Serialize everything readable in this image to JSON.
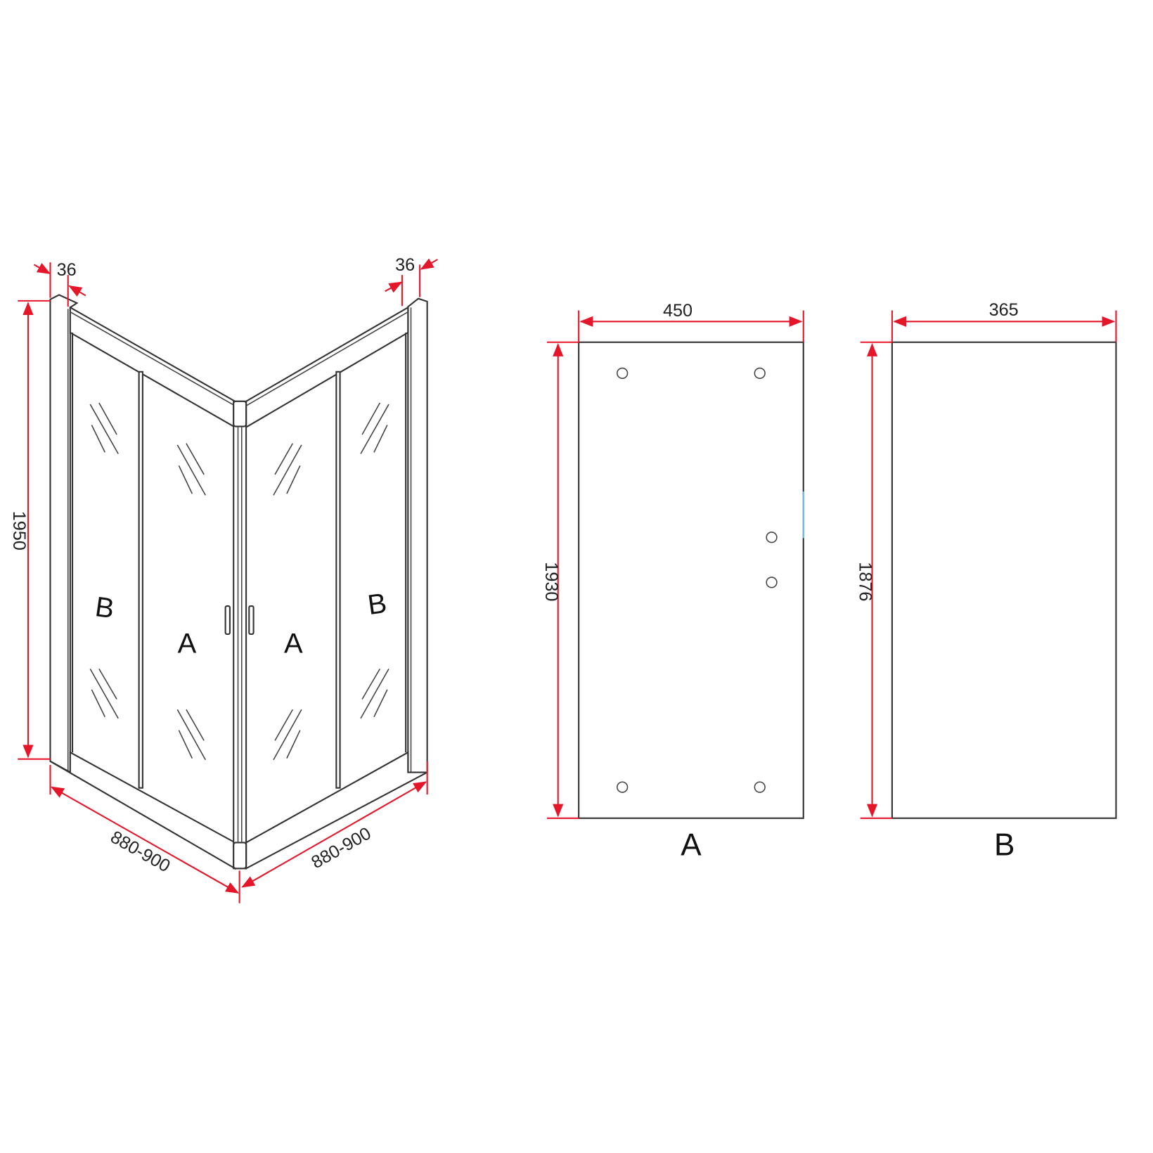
{
  "iso_view": {
    "depth_left": "36",
    "depth_right": "36",
    "height": "1950",
    "width_left": "880-900",
    "width_right": "880-900",
    "panel_labels": [
      "B",
      "A",
      "A",
      "B"
    ]
  },
  "panel_a": {
    "label": "A",
    "width": "450",
    "height": "1930",
    "holes": 6
  },
  "panel_b": {
    "label": "B",
    "width": "365",
    "height": "1876"
  },
  "colors": {
    "dimension": "#e5162a",
    "outline": "#333333"
  }
}
